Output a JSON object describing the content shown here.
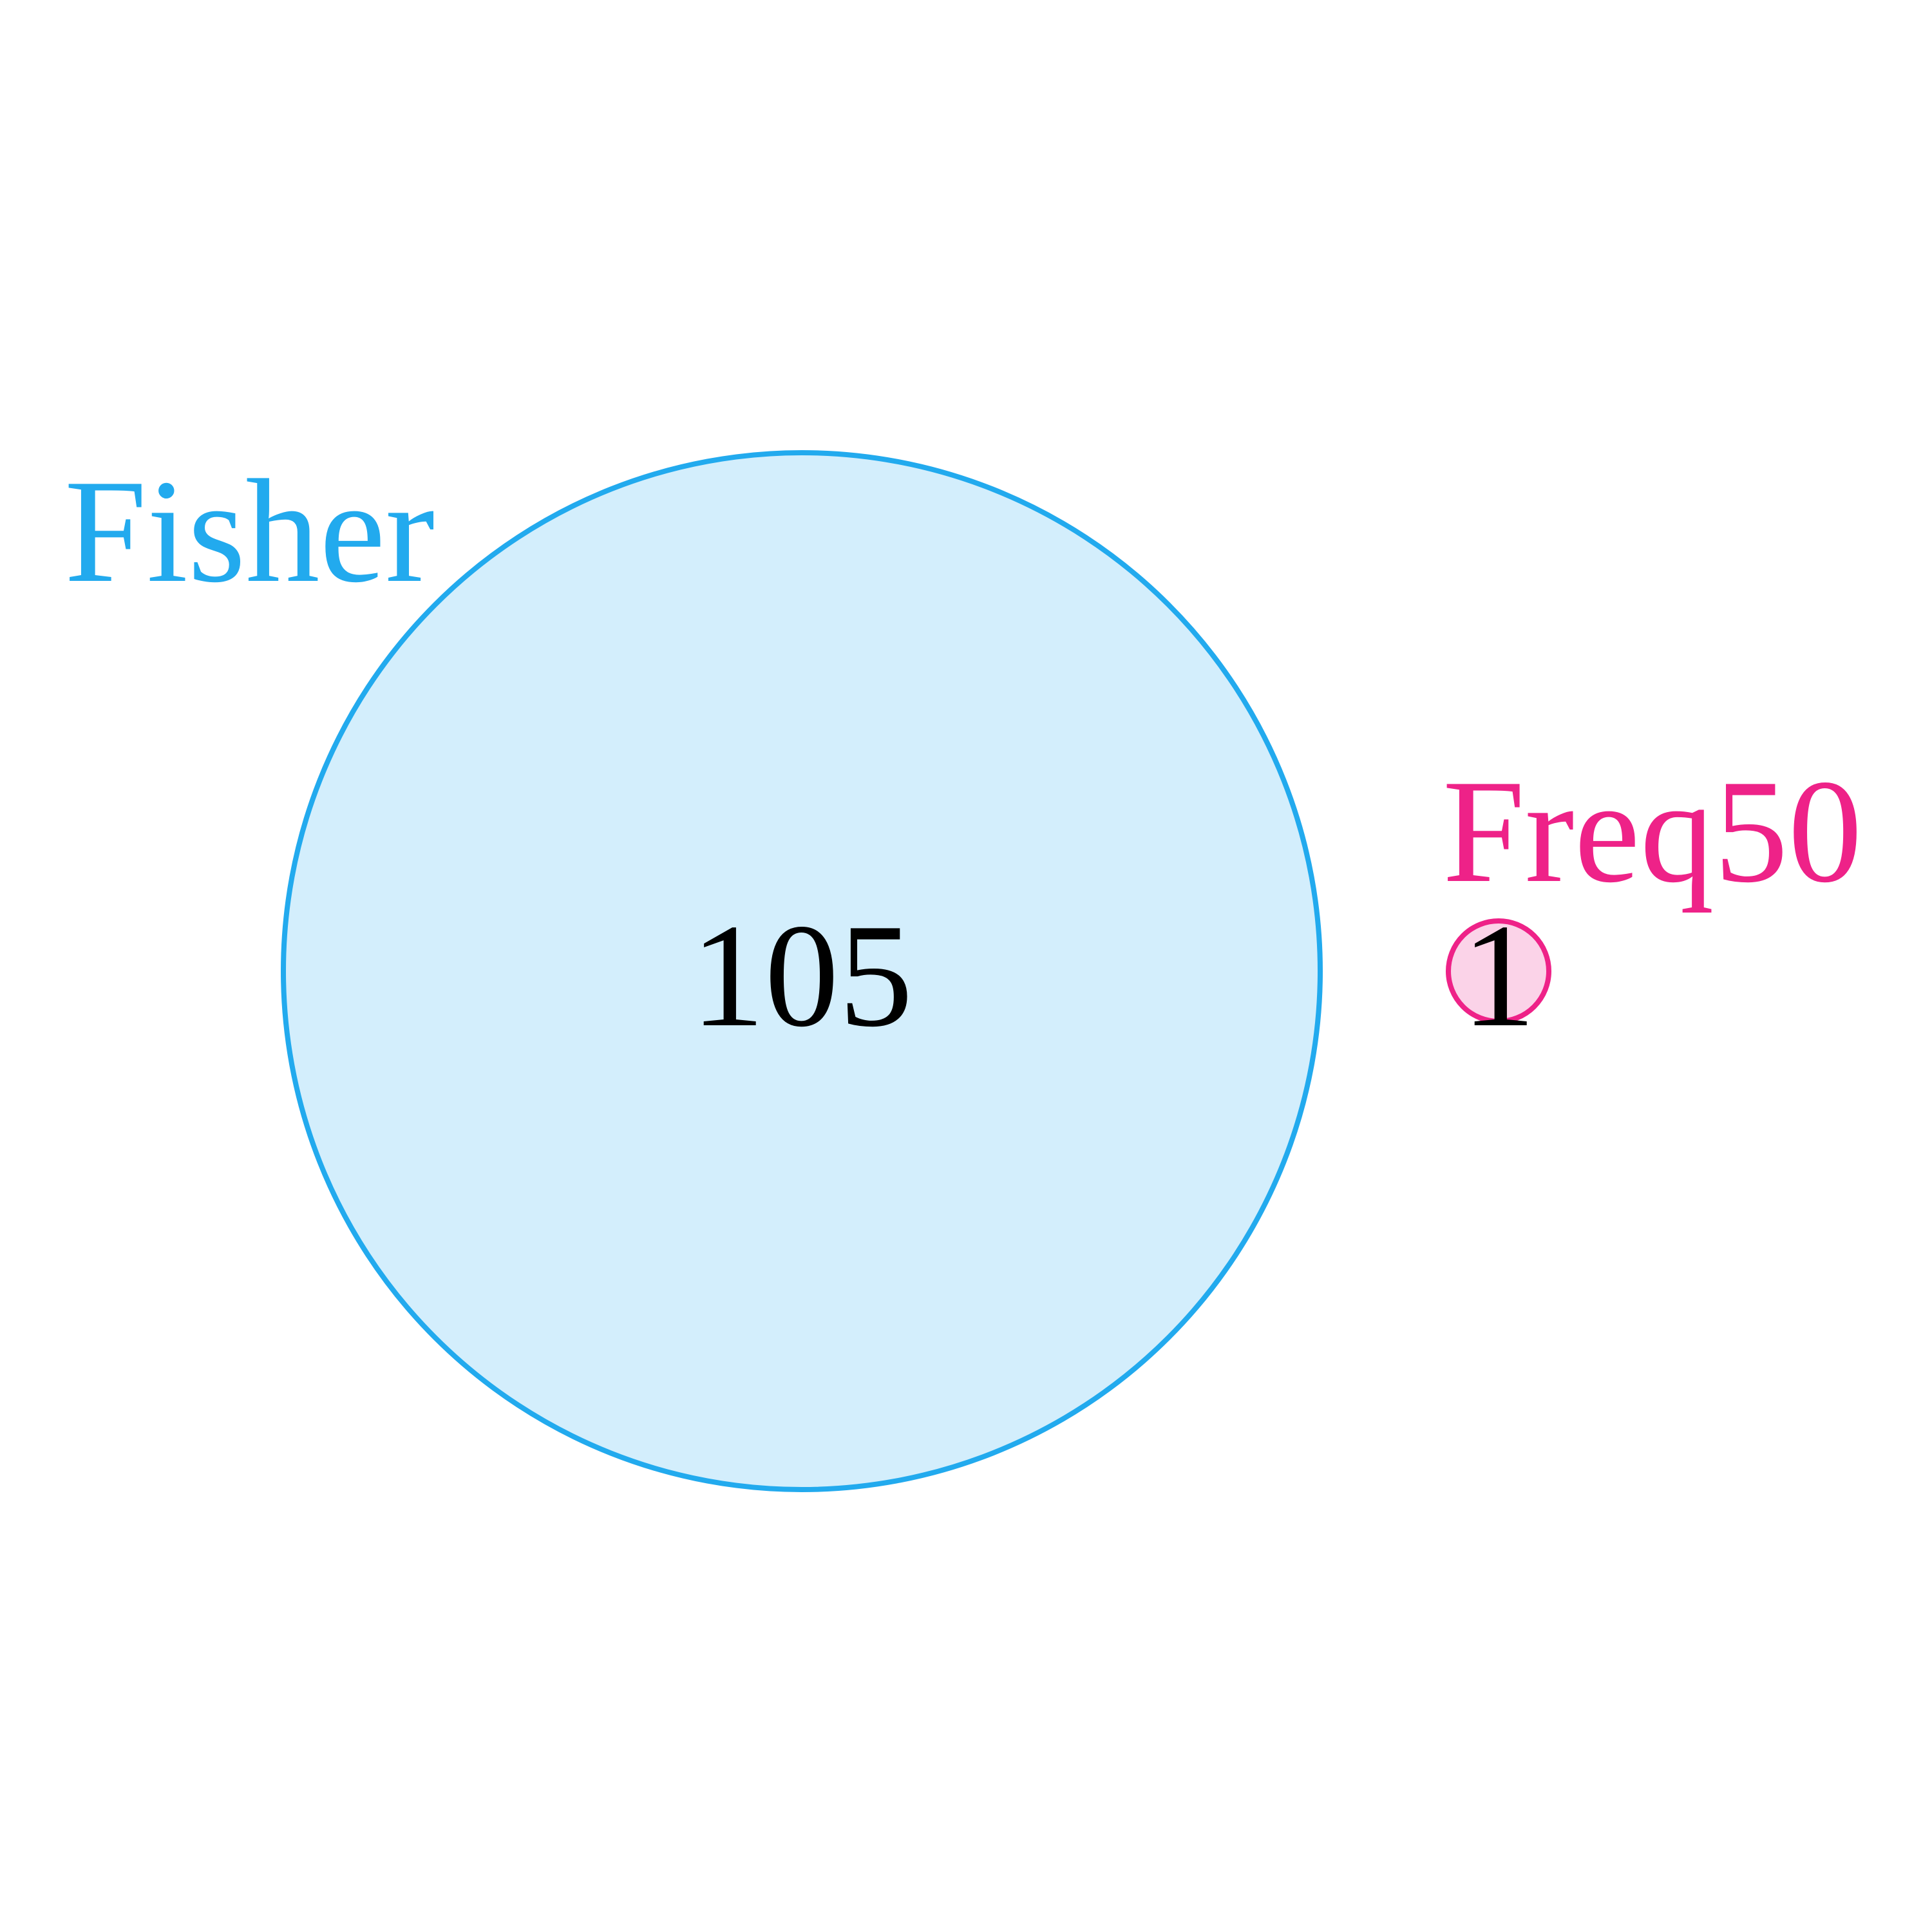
{
  "diagram": {
    "type": "venn",
    "sets": [
      {
        "name": "Fisher",
        "count": "105",
        "stroke_color": "#22aaee",
        "fill_color": "#d3eefc"
      },
      {
        "name": "Freq50",
        "count": "1",
        "stroke_color": "#ee2288",
        "fill_color": "#fbd3e8"
      }
    ],
    "intersection_count": null
  }
}
